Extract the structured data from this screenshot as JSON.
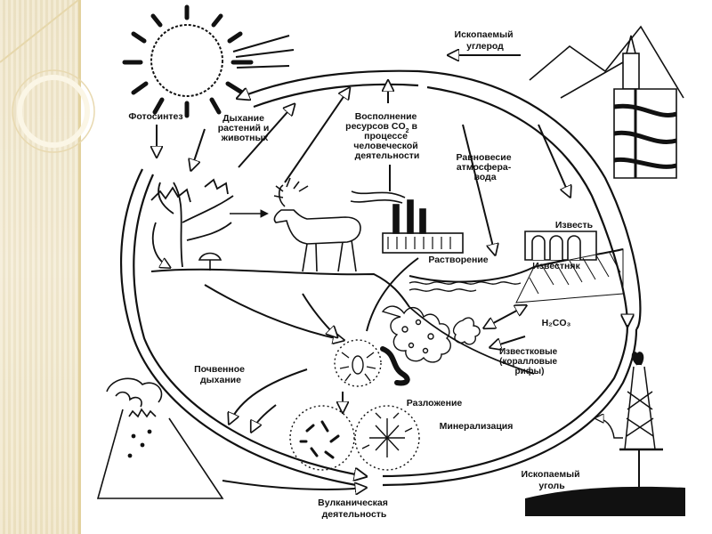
{
  "colors": {
    "side_band": "#efe4c6",
    "ink": "#111111",
    "paper": "#ffffff"
  },
  "labels": {
    "fossil_carbon": [
      "Ископаемый",
      "углерод"
    ],
    "photosynthesis": [
      "Фотосинтез"
    ],
    "respiration": [
      "Дыхание",
      "растений и",
      "животных"
    ],
    "co2_replenishment": [
      "Восполнение",
      "ресурсов CO",
      "процессе",
      "человеческой",
      "деятельности"
    ],
    "co2_sub": "2",
    "co2_in": " в",
    "equilibrium": [
      "Равновесие",
      "атмосфера-",
      "вода"
    ],
    "lime": [
      "Известь"
    ],
    "dissolution": [
      "Растворение"
    ],
    "limestone": [
      "Известняк"
    ],
    "h2co3": "H₂CO₃",
    "reefs": [
      "Известковые",
      "(коралловые",
      "рифы)"
    ],
    "soil_respiration": [
      "Почвенное",
      "дыхание"
    ],
    "decomposition": [
      "Разложение"
    ],
    "mineralization": [
      "Минерализация"
    ],
    "fossil_coal": [
      "Ископаемый",
      "уголь"
    ],
    "volcanic": [
      "Вулканическая",
      "деятельность"
    ]
  },
  "icons": [
    "sun-icon",
    "tree-icon",
    "deer-icon",
    "factory-icon",
    "mine-icon",
    "temple-icon",
    "volcano-icon",
    "oil-rig-icon",
    "coral-icon",
    "insect-icon",
    "worm-icon",
    "bacteria-icon",
    "fungus-icon"
  ]
}
